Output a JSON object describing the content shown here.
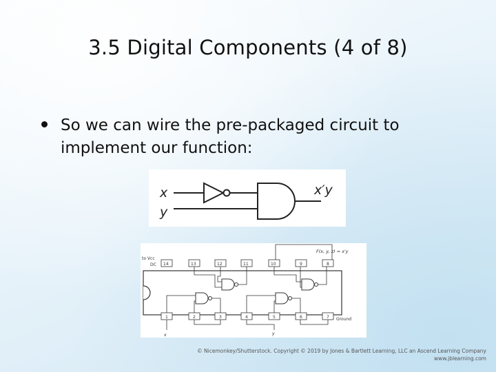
{
  "slide": {
    "title": "3.5 Digital Components (4 of 8)",
    "bullet": "So we can wire the pre-packaged circuit to implement our function:"
  },
  "logic_diagram": {
    "input_x": "x",
    "input_y": "y",
    "output": "x′y"
  },
  "chip_diagram": {
    "vcc_label_1": "to Vcc",
    "vcc_label_2": "DC",
    "function_label": "F(x, y, z) = x′y",
    "top_pins": [
      "14",
      "13",
      "12",
      "11",
      "10",
      "9",
      "8"
    ],
    "bottom_pins": [
      "1",
      "2",
      "3",
      "4",
      "5",
      "6",
      "7"
    ],
    "ground_label": "Ground",
    "input_x": "x",
    "input_y": "y"
  },
  "footer": {
    "credit_line1": "© Nicemonkey/Shutterstock. Copyright © 2019 by Jones & Bartlett Learning, LLC an Ascend Learning Company",
    "credit_line2": "www.jblearning.com"
  }
}
